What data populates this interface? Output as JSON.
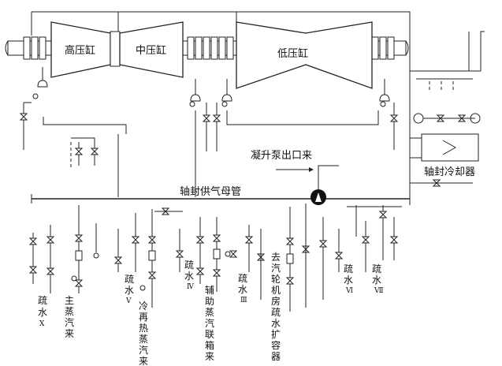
{
  "cylinders": {
    "hp": "高压缸",
    "ip": "中压缸",
    "lp": "低压缸"
  },
  "labels": {
    "header": "轴封供气母管",
    "condensate_inlet": "凝升泵出口来",
    "gland_cooler": "轴封冷却器"
  },
  "drains": {
    "x": [
      "疏",
      "水",
      "Ⅹ"
    ],
    "v": [
      "疏",
      "水",
      "Ⅴ"
    ],
    "iv": [
      "疏",
      "水",
      "Ⅳ"
    ],
    "iii": [
      "疏",
      "水",
      "Ⅲ"
    ],
    "vi": [
      "疏",
      "水",
      "Ⅵ"
    ],
    "vii": [
      "疏",
      "水",
      "Ⅶ"
    ]
  },
  "sources": {
    "main_steam": [
      "主",
      "蒸",
      "汽",
      "来"
    ],
    "cold_reheat": [
      "冷",
      "再",
      "热",
      "蒸",
      "汽",
      "来"
    ],
    "aux_steam": [
      "辅",
      "助",
      "蒸",
      "汽",
      "联",
      "箱",
      "来"
    ],
    "flash_tank": [
      "去",
      "汽",
      "轮",
      "机",
      "房",
      "疏",
      "水",
      "扩",
      "容",
      "器"
    ]
  }
}
